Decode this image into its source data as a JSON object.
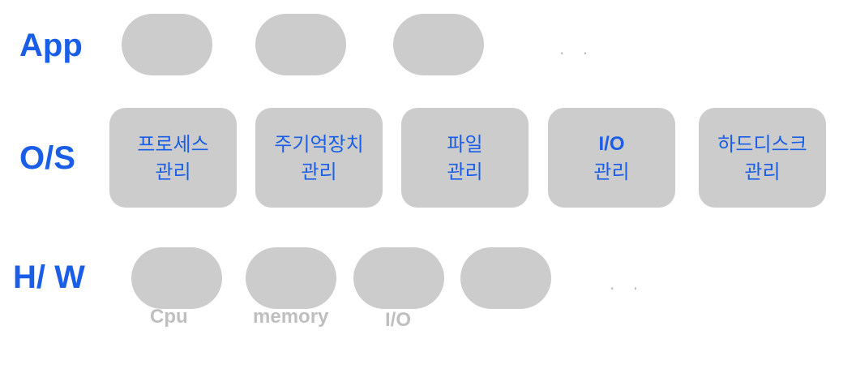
{
  "rows": {
    "app": {
      "label": "App",
      "ellipsis": ". ."
    },
    "os": {
      "label": "O/S",
      "boxes": [
        {
          "line1": "프로세스",
          "line2": "관리"
        },
        {
          "line1": "주기억장치",
          "line2": "관리"
        },
        {
          "line1": "파일",
          "line2": "관리"
        },
        {
          "line1": "I/O",
          "line2": "관리"
        },
        {
          "line1": "하드디스크",
          "line2": "관리"
        }
      ]
    },
    "hw": {
      "label": "H/ W",
      "ellipsis": ". .",
      "captions": [
        "Cpu",
        "memory",
        "I/O"
      ]
    }
  },
  "colors": {
    "label": "#1a5ee8",
    "shape": "#cccccc",
    "caption": "#bfbfbf"
  }
}
